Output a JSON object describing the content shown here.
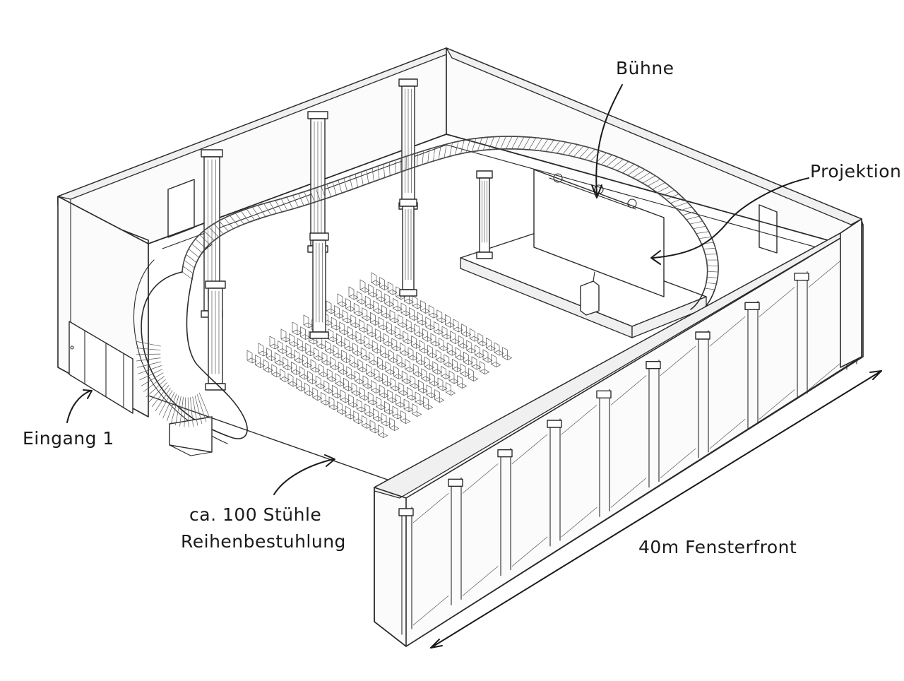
{
  "labels": {
    "stage": "Bühne",
    "projection": "Projektion",
    "entrance": "Eingang 1",
    "seats_line1": "ca. 100 Stühle",
    "seats_line2": "Reihenbestuhlung",
    "window_front": "40m Fensterfront"
  },
  "seating": {
    "rows": 12,
    "chairs_per_row": 17
  },
  "colors": {
    "ink": "#2a2a2a",
    "paper": "#ffffff"
  }
}
